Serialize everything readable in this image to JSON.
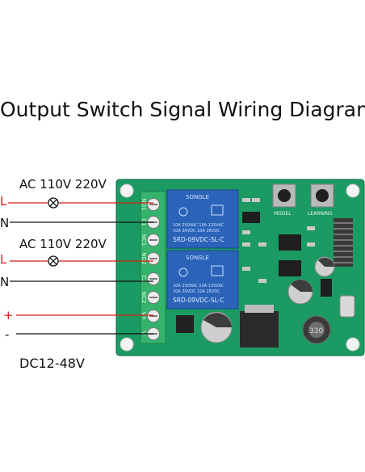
{
  "title": "Output Switch Signal Wiring Diagram",
  "loads": [
    {
      "label": "AC 110V 220V",
      "line": "L",
      "neutral": "N"
    },
    {
      "label": "AC 110V 220V",
      "line": "L",
      "neutral": "N"
    }
  ],
  "dc": {
    "plus": "+",
    "minus": "-",
    "label": "DC12-48V"
  },
  "board": {
    "terminal_labels": [
      "NO1",
      "C1",
      "NC1",
      "NO2",
      "C2",
      "NC2",
      "V+",
      "V-"
    ],
    "relay_brand": "SONGLE",
    "relay_model": "SRD-09VDC-SL-C",
    "relay_rating": [
      "10A 250VAC  10A 125VAC",
      "10A 30VDC   10A 28VDC"
    ],
    "button_labels": [
      "MODEL",
      "LEARNING"
    ],
    "inductor_marking": "330"
  },
  "colors": {
    "live_wire": "#d21f1f",
    "neutral_wire": "#111111",
    "pcb": "#1b9a63",
    "relay": "#2a63b8",
    "terminal": "#33b36b"
  }
}
